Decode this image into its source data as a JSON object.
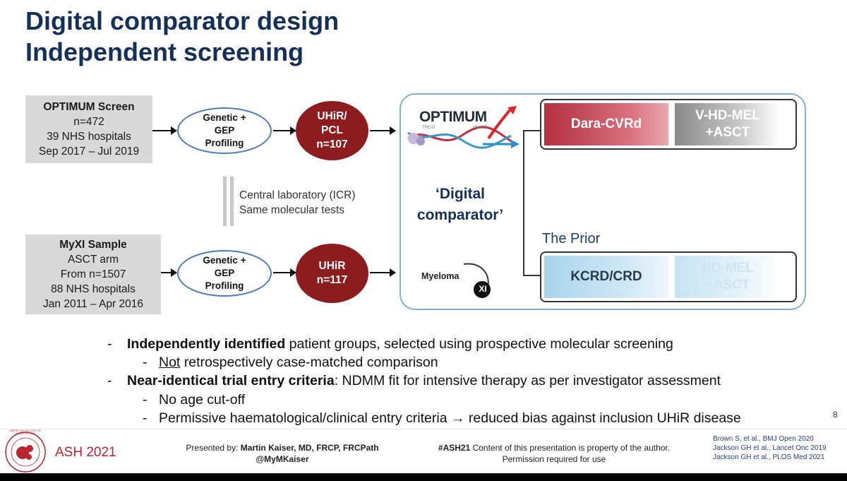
{
  "title": {
    "line1": "Digital comparator design",
    "line2": "Independent screening"
  },
  "optimum_box": {
    "heading": "OPTIMUM Screen",
    "lines": [
      "n=472",
      "39 NHS hospitals",
      "Sep 2017 – Jul 2019"
    ]
  },
  "myxi_box": {
    "heading": "MyXI Sample",
    "lines": [
      "ASCT arm",
      "From n=1507",
      "88 NHS hospitals",
      "Jan 2011 – Apr 2016"
    ]
  },
  "profiling": {
    "lines": [
      "Genetic +",
      "GEP",
      "Profiling"
    ]
  },
  "uhir_top": {
    "lines": [
      "UHiR/",
      "PCL",
      "n=107"
    ]
  },
  "uhir_bottom": {
    "lines": [
      "UHiR",
      "n=117"
    ]
  },
  "central_lab": {
    "line1": "Central laboratory (ICR)",
    "line2": "Same molecular tests"
  },
  "logos": {
    "optimum": "OPTIMUM",
    "optimum_small_left": "TREAT",
    "optimum_small_right": "MUK9B",
    "myeloma": "Myeloma",
    "xi": "XI"
  },
  "digital_comparator": {
    "line1": "‘Digital",
    "line2": "comparator’"
  },
  "arms": {
    "top_left": "Dara-CVRd",
    "top_right_1": "V-HD-MEL",
    "top_right_2": "+ASCT",
    "prior_label": "The Prior",
    "bottom_left": "KCRD/CRD",
    "bottom_right_1": "HD-MEL",
    "bottom_right_2": "+ASCT"
  },
  "bullets": {
    "b1_bold": "Independently identified",
    "b1_rest": " patient groups, selected using prospective molecular screening",
    "b1_sub_underlined": "Not",
    "b1_sub_rest": " retrospectively case-matched comparison",
    "b2_bold": "Near-identical trial entry criteria",
    "b2_rest": ": NDMM fit for intensive therapy as per investigator assessment",
    "b2_sub1": "No age cut-off",
    "b2_sub2": "Permissive haematological/clinical entry criteria → reduced bias against inclusion UHiR disease",
    "dash": "-"
  },
  "page_number": "8",
  "footer": {
    "ash_logo_text": "ASH 2021",
    "ash_ring_text": "AMERICAN SOCIETY OF HEMATOLOGY",
    "presented_by": "Presented by: ",
    "presenter": "Martin Kaiser, MD, FRCP, FRCPath",
    "handle": "@MyMKaiser",
    "hashtag": "#ASH21",
    "content_notice": " Content of this presentation is property of the author.",
    "permission": "Permission required for use",
    "references": [
      "Brown S, et al., BMJ Open 2020",
      "Jackson GH et al., Lancet Onc 2019",
      "Jackson GH et al., PLOS Med 2021"
    ]
  },
  "colors": {
    "title": "#14305a",
    "dark_red": "#8c1c1e",
    "ellipse_border": "#4a7fb8",
    "big_box_border": "#7fb0cf",
    "dara_red": "#c0394a",
    "light_blue": "#bfe0f1"
  }
}
